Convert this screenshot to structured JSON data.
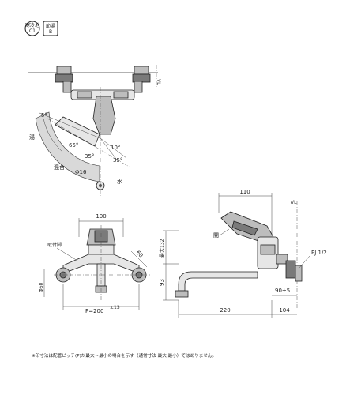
{
  "badges": {
    "badge1_top": "寒冷地",
    "badge1_bottom": "C1",
    "badge2_top": "節湯",
    "badge2_bottom": "B"
  },
  "top_view": {
    "label_hot": "湯",
    "label_mix": "混合",
    "label_water": "水",
    "label_diameter": "Φ16",
    "angle_5": "5°",
    "angle_65": "65°",
    "angle_35a": "35°",
    "angle_10": "10°",
    "angle_35b": "35°",
    "vl_label": "VL"
  },
  "front_view": {
    "width_100": "100",
    "handle_label": "取付脚",
    "dim_60": "60",
    "dim_phi60_left": "Φ60",
    "pitch_label": "P=200",
    "pitch_tol": "±13"
  },
  "side_view": {
    "dim_110": "110",
    "label_open": "開",
    "vl_label": "VL",
    "dim_132": "最大132",
    "dim_93": "93",
    "dim_90_5": "90±5",
    "pj_label": "PJ 1/2",
    "dim_220": "220",
    "dim_104": "104"
  },
  "note": "※印寸法は配管ピッチ(P)が最大〜最小の場合を示す（通常寸法 最大 最小）ではありません。"
}
